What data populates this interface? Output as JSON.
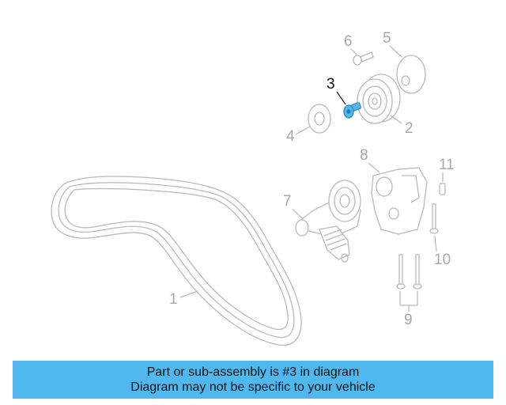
{
  "diagram": {
    "highlighted_part": "3",
    "highlight_color": "#4fb8ef",
    "callouts": [
      "1",
      "2",
      "3",
      "4",
      "5",
      "6",
      "7",
      "8",
      "9",
      "10",
      "11"
    ]
  },
  "banner": {
    "line1": "Part or sub-assembly is #3 in diagram",
    "line2": "Diagram may not be specific to your vehicle",
    "background": "#4fb8ef"
  }
}
